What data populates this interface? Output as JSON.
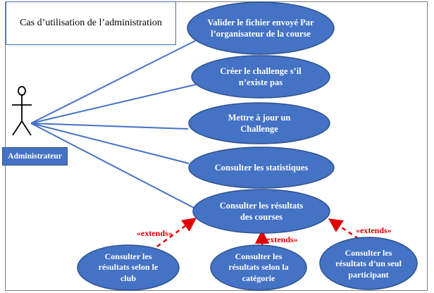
{
  "title": "Cas d’utilisation de l’administration",
  "actor": {
    "label": "Administrateur"
  },
  "use_cases": {
    "valider": "Valider le fichier envoyé Par l’organisateur de la course",
    "creer": "Créer le challenge s’il n’existe pas",
    "mettre": "Mettre à jour un Challenge",
    "stats": "Consulter les statistiques",
    "resultats": "Consulter les résultats des courses",
    "club": "Consulter les résultats selon le club",
    "categorie": "Consulter les résultats selon la catégorie",
    "participant": "Consulter les résultats d’un seul participant"
  },
  "relations": {
    "extends_1": "«extends»",
    "extends_2": "«extends»",
    "extends_3": "«extends»"
  },
  "colors": {
    "use_case_fill": "#4472c4",
    "use_case_border": "#2f528f",
    "association_line": "#4472c4",
    "extends_arrow": "#e00000"
  }
}
